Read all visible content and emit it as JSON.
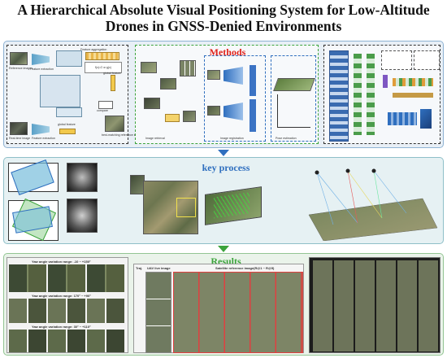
{
  "title": {
    "line1": "A Hierarchical Absolute Visual Positioning System for Low-Altitude",
    "line2": "Drones in GNSS-Denied Environments"
  },
  "methods": {
    "heading": "Methods",
    "flow": {
      "reference_images": "Reference images",
      "feature_extraction_top": "Feature extraction",
      "feature_aggregation": "Feature aggregation",
      "global_feature_top": "global feature",
      "global_feature_bottom": "global feature",
      "feature_extraction_bottom": "Feature extraction",
      "real_time_image": "Real-time image",
      "compare": "compare",
      "best_matching": "best-matching reference image"
    },
    "middle": {
      "image_retrieval": "Image retrieval",
      "image_registration": "Image registration",
      "pose_estimation": "Pose estimation"
    }
  },
  "key_process": {
    "heading": "key process"
  },
  "results": {
    "heading": "Results",
    "yaw_labels": [
      "Yaw angle variation range: -10 ~ +150°",
      "Yaw angle variation range: 170° ~ +90°",
      "Yaw angle variation range: 30° ~ +110°"
    ],
    "uav_header": "UAV live image",
    "sat_header": "Satellite reference image(R@1 ~ R@5)",
    "traj_header": "Traj."
  },
  "colors": {
    "methods_red": "#e0221b",
    "accent_blue": "#2f6fbf",
    "results_green": "#3ca33c"
  }
}
